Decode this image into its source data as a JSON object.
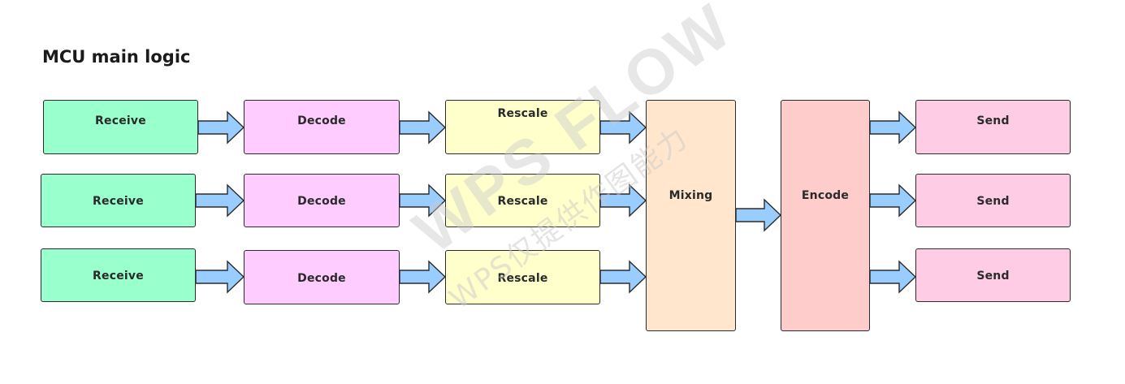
{
  "title": "MCU main logic",
  "nodes": {
    "receive_1": "Receive",
    "receive_2": "Receive",
    "receive_3": "Receive",
    "decode_1": "Decode",
    "decode_2": "Decode",
    "decode_3": "Decode",
    "rescale_1": "Rescale",
    "rescale_2": "Rescale",
    "rescale_3": "Rescale",
    "mixing": "Mixing",
    "encode": "Encode",
    "send_1": "Send",
    "send_2": "Send",
    "send_3": "Send"
  },
  "watermark": {
    "brand": "WPS FLOW",
    "note": "WPS仅提供作图能力"
  },
  "colors": {
    "receive": "#99ffcc",
    "decode": "#ffccff",
    "rescale": "#ffffcc",
    "mixing": "#ffe6cc",
    "encode": "#ffcccc",
    "send": "#ffcce6",
    "arrow": "#99ccff"
  }
}
